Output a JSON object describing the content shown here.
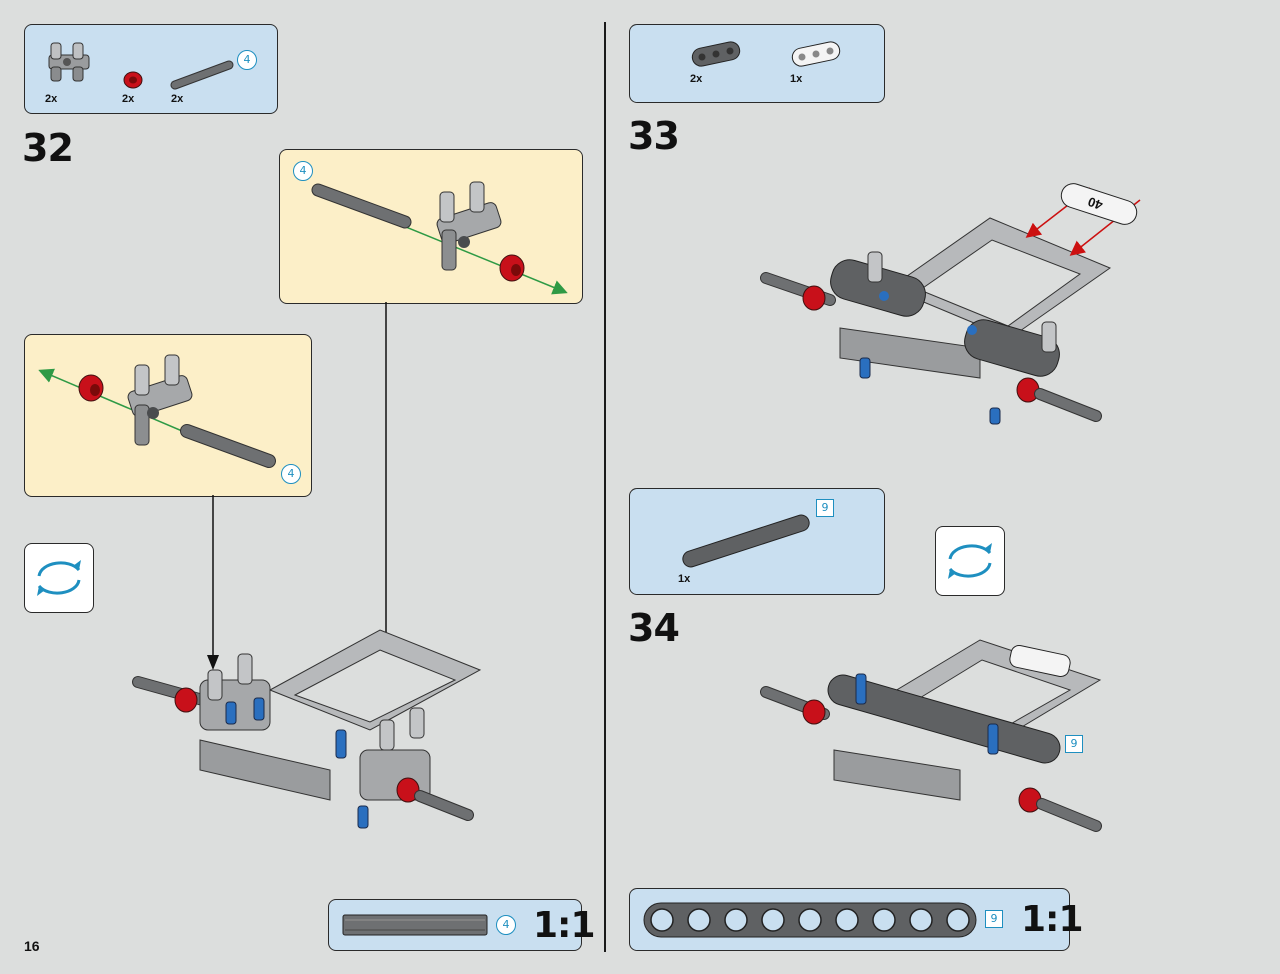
{
  "page": {
    "number": "16"
  },
  "steps": [
    {
      "number": "32"
    },
    {
      "number": "33"
    },
    {
      "number": "34"
    }
  ],
  "step32": {
    "parts": [
      {
        "qty": "2x",
        "icon": "connector-block-icon"
      },
      {
        "qty": "2x",
        "icon": "red-bush-icon"
      },
      {
        "qty": "2x",
        "icon": "axle-4-icon"
      }
    ],
    "axle_length": "4",
    "callout_top_axle": "4",
    "callout_left_axle": "4",
    "scale_axle_length": "4",
    "scale_label": "1:1"
  },
  "step33": {
    "parts": [
      {
        "qty": "2x",
        "icon": "dark-beam-3-icon"
      },
      {
        "qty": "1x",
        "icon": "white-beam-3-icon"
      }
    ],
    "beam_print": "40"
  },
  "step34": {
    "parts": [
      {
        "qty": "1x",
        "icon": "dark-beam-9-icon"
      }
    ],
    "beam_length": "9",
    "model_beam_length": "9",
    "scale_beam_length": "9",
    "scale_label": "1:1"
  },
  "colors": {
    "background": "#dcdedd",
    "parts_box": "#c9dff0",
    "callout_box": "#fcefc8",
    "accent_blue": "#1e8fc0",
    "bush_red": "#c8101a",
    "arrow_green": "#2e9a45",
    "arrow_red": "#cc1010"
  }
}
